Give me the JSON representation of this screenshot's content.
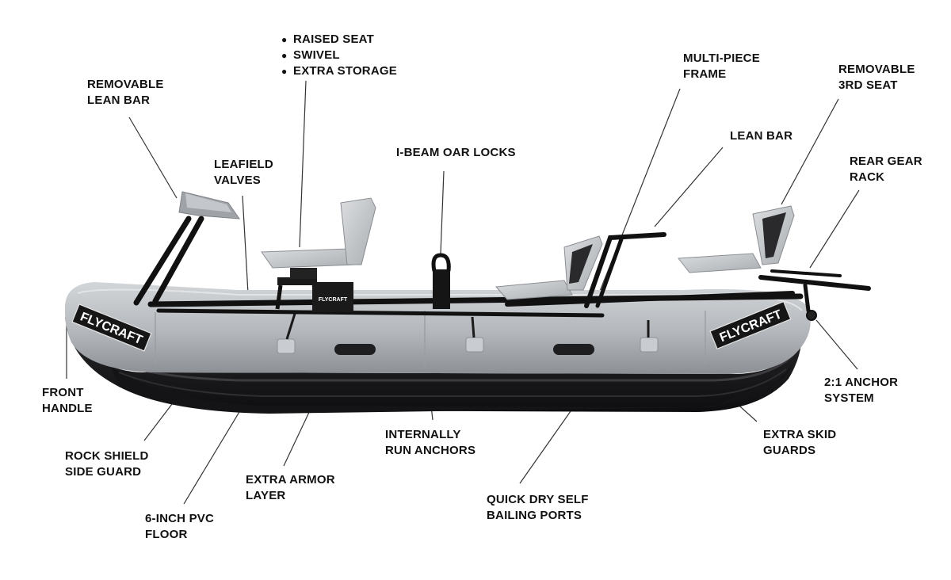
{
  "brand": "FLYCRAFT",
  "colors": {
    "tube": "#b9bdc2",
    "tube_shade": "#8f9398",
    "hull": "#1c1c1e",
    "frame": "#111111",
    "seat": "#c7cacd",
    "label_text": "#111111",
    "leader": "#333333"
  },
  "callouts": [
    {
      "id": "seat-features",
      "lines": [
        "RAISED SEAT",
        "SWIVEL",
        "EXTRA STORAGE"
      ],
      "bulleted": true
    },
    {
      "id": "removable-lean-bar",
      "lines": [
        "REMOVABLE",
        "LEAN BAR"
      ]
    },
    {
      "id": "leafield-valves",
      "lines": [
        "LEAFIELD",
        "VALVES"
      ]
    },
    {
      "id": "i-beam-oar-locks",
      "lines": [
        "I-BEAM OAR LOCKS"
      ]
    },
    {
      "id": "multi-piece-frame",
      "lines": [
        "MULTI-PIECE",
        "FRAME"
      ]
    },
    {
      "id": "removable-3rd-seat",
      "lines": [
        "REMOVABLE",
        "3RD SEAT"
      ]
    },
    {
      "id": "lean-bar",
      "lines": [
        "LEAN BAR"
      ]
    },
    {
      "id": "rear-gear-rack",
      "lines": [
        "REAR GEAR",
        "RACK"
      ]
    },
    {
      "id": "front-handle",
      "lines": [
        "FRONT",
        "HANDLE"
      ]
    },
    {
      "id": "anchor-system",
      "lines": [
        "2:1 ANCHOR",
        "SYSTEM"
      ]
    },
    {
      "id": "internally-run-anchors",
      "lines": [
        "INTERNALLY",
        "RUN ANCHORS"
      ]
    },
    {
      "id": "extra-skid-guards",
      "lines": [
        "EXTRA SKID",
        "GUARDS"
      ]
    },
    {
      "id": "rock-shield-side-guard",
      "lines": [
        "ROCK SHIELD",
        "SIDE GUARD"
      ]
    },
    {
      "id": "extra-armor-layer",
      "lines": [
        "EXTRA ARMOR",
        "LAYER"
      ]
    },
    {
      "id": "quick-dry-self-bailing-ports",
      "lines": [
        "QUICK DRY SELF",
        "BAILING PORTS"
      ]
    },
    {
      "id": "pvc-floor",
      "lines": [
        "6-INCH PVC",
        "FLOOR"
      ]
    }
  ]
}
